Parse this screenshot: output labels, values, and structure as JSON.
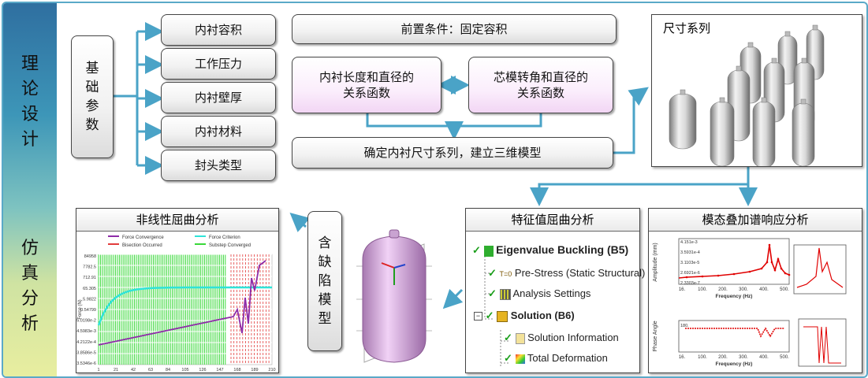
{
  "sidebar": {
    "theory_title": "理论设计",
    "simulation_title": "仿真分析"
  },
  "basic_params": {
    "label": "基础参数",
    "items": [
      "内衬容积",
      "工作压力",
      "内衬壁厚",
      "内衬材料",
      "封头类型"
    ]
  },
  "precondition": "前置条件：固定容积",
  "liner_function": "内衬长度和直径的\n关系函数",
  "mandrel_function": "芯模转角和直径的\n关系函数",
  "determine_size": "确定内衬尺寸系列，建立三维模型",
  "size_series": "尺寸系列",
  "defect_model": "含缺陷模型",
  "nonlinear": {
    "title": "非线性屈曲分析",
    "legend": [
      "Force Convergence",
      "Force Criterion",
      "Bisection Occurred",
      "Substep Converged"
    ],
    "y_label": "Force (N)",
    "y_ticks": [
      "84958",
      "7782.5",
      "712.91",
      "65.305",
      "5.9822",
      "0.54799",
      "5.0198e-2",
      "4.5983e-3",
      "4.2122e-4",
      "3.8586e-5",
      "3.5346e-6"
    ],
    "x_ticks": [
      "1",
      "21",
      "42",
      "63",
      "84",
      "105",
      "126",
      "147",
      "168",
      "189",
      "210"
    ]
  },
  "eigen": {
    "title": "特征值屈曲分析",
    "items": [
      "Eigenvalue Buckling (B5)",
      "Pre-Stress (Static Structural)",
      "Analysis Settings",
      "Solution (B6)",
      "Solution Information",
      "Total Deformation"
    ],
    "prestress_badge": "T=0",
    "collapse_sign": "−"
  },
  "modal": {
    "title": "模态叠加谱响应分析",
    "amp_label": "Amplitude (mm)",
    "amp_ticks": [
      "4.151e-3",
      "3.5931e-4",
      "3.1103e-5",
      "2.6921e-6",
      "2.3303e-7"
    ],
    "x_ticks": [
      "16.",
      "100.",
      "200.",
      "300.",
      "400.",
      "500."
    ],
    "x_label": "Frequency (Hz)",
    "phase_label": "Phase Angle",
    "phase_tick": "180."
  },
  "colors": {
    "arrow": "#4aa3c7",
    "pink_box": "#f2d6f4",
    "conv_line": "#8e2ca8",
    "criterion_line": "#2fe3d8",
    "grid_green": "#39d839",
    "bisection": "#e23c3c",
    "response": "#e00000"
  }
}
